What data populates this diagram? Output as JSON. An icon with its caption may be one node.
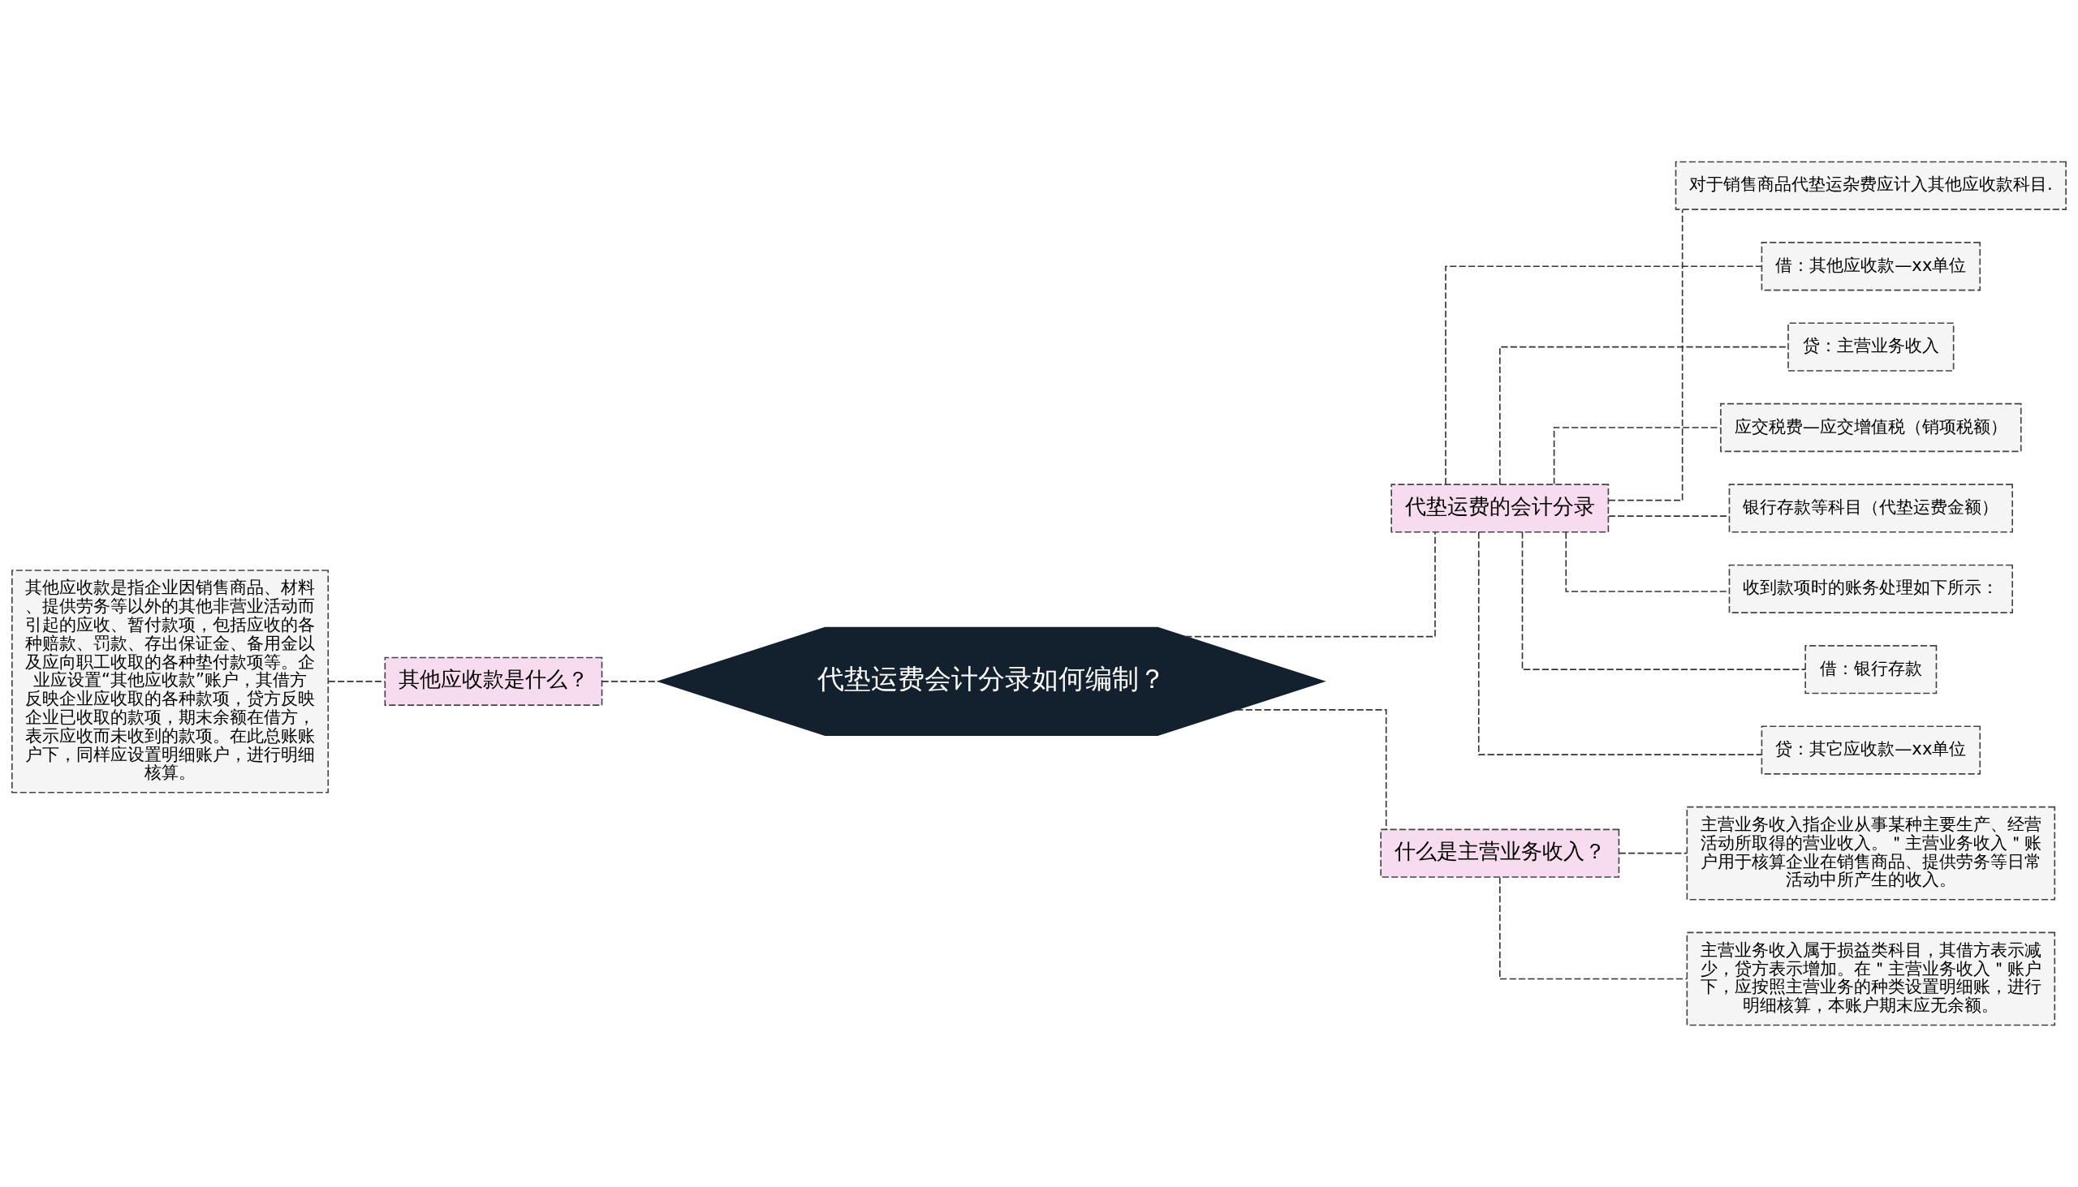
{
  "diagram": {
    "nodes": [
      {
        "text": [
          "代垫运费会计分录如何编制？"
        ]
      },
      {
        "text": [
          "其他应收款是什么？"
        ]
      },
      {
        "text": [
          "其他应收款是指企业因销售商品、材料、提供劳务等以外的其他非营业活动而引起的应收、暂付款项，包括应收的各种赔款、罚款、存出保证金、备用金以及应向职工收取的各种垫付款项等。企业应设置“其他应收款”账户，其借方反映企业应收取的各种款项，贷方反映企业已收取的款项，期末余额在借方，表示应收而未收到的款项。在此总账账户下，同样应设置明细账户，进行明细核算。"
        ]
      },
      {
        "text": [
          "代垫运费的会计分录"
        ]
      },
      {
        "text": [
          "对于销售商品代垫运杂费应计入其他应收款科目."
        ]
      },
      {
        "text": [
          "借：其他应收款—xx单位"
        ]
      },
      {
        "text": [
          "贷：主营业务收入"
        ]
      },
      {
        "text": [
          "应交税费—应交增值税（销项税额）"
        ]
      },
      {
        "text": [
          "银行存款等科目（代垫运费金额）"
        ]
      },
      {
        "text": [
          "收到款项时的账务处理如下所示："
        ]
      },
      {
        "text": [
          "借：银行存款"
        ]
      },
      {
        "text": [
          "贷：其它应收款—xx单位"
        ]
      },
      {
        "text": [
          "什么是主营业务收入？"
        ]
      },
      {
        "text": [
          "主营业务收入指企业从事某种主要生产、经营活动所取得的营业收入。＂主营业务收入＂账户用于核算企业在销售商品、提供劳务等日常活动中所产生的收入。"
        ]
      },
      {
        "text": [
          "主营业务收入属于损益类科目，其借方表示减少，贷方表示增加。在＂主营业务收入＂账户下，应按照主营业务的种类设置明细账，进行明细核算，本账户期末应无余额。"
        ]
      }
    ],
    "edges": [
      {
        "from": 0,
        "to": 1,
        "arrow": "none",
        "style": "dashed"
      },
      {
        "from": 1,
        "to": 2,
        "arrow": "none",
        "style": "dashed"
      },
      {
        "from": 0,
        "to": 3,
        "arrow": "none",
        "style": "dashed"
      },
      {
        "from": 3,
        "to": 4,
        "arrow": "none",
        "style": "dashed"
      },
      {
        "from": 3,
        "to": 5,
        "arrow": "none",
        "style": "dashed"
      },
      {
        "from": 3,
        "to": 6,
        "arrow": "none",
        "style": "dashed"
      },
      {
        "from": 3,
        "to": 7,
        "arrow": "none",
        "style": "dashed"
      },
      {
        "from": 3,
        "to": 8,
        "arrow": "none",
        "style": "dashed"
      },
      {
        "from": 3,
        "to": 9,
        "arrow": "none",
        "style": "dashed"
      },
      {
        "from": 3,
        "to": 10,
        "arrow": "none",
        "style": "dashed"
      },
      {
        "from": 3,
        "to": 11,
        "arrow": "none",
        "style": "dashed"
      },
      {
        "from": 0,
        "to": 12,
        "arrow": "none",
        "style": "dashed"
      },
      {
        "from": 12,
        "to": 13,
        "arrow": "none",
        "style": "dashed"
      },
      {
        "from": 12,
        "to": 14,
        "arrow": "none",
        "style": "dashed"
      }
    ]
  }
}
